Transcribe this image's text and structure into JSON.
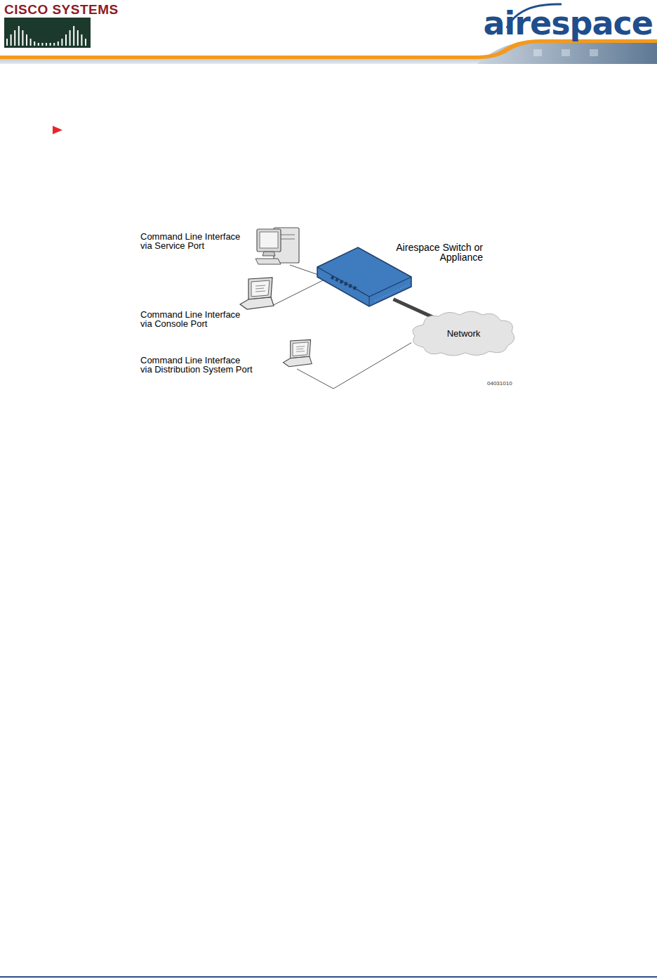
{
  "diagram": {
    "nodes": [
      {
        "text": [
          "Command Line Interface via Service Port"
        ]
      },
      {
        "text": [
          "Airespace Switch or Appliance"
        ]
      },
      {
        "text": [
          "Command Line Interface via Console Port"
        ]
      },
      {
        "text": [
          "Network"
        ]
      },
      {
        "text": [
          "Command Line Interface via Distribution System Port"
        ]
      }
    ],
    "edges": [
      {
        "from": 0,
        "to": 1,
        "arrow": "none"
      },
      {
        "from": 2,
        "to": 1,
        "arrow": "none"
      },
      {
        "from": 1,
        "to": 3,
        "arrow": "none"
      },
      {
        "from": 4,
        "to": 3,
        "arrow": "none"
      }
    ],
    "labels": [
      "CISCO SYSTEMS",
      "airespace",
      "04031010"
    ]
  }
}
